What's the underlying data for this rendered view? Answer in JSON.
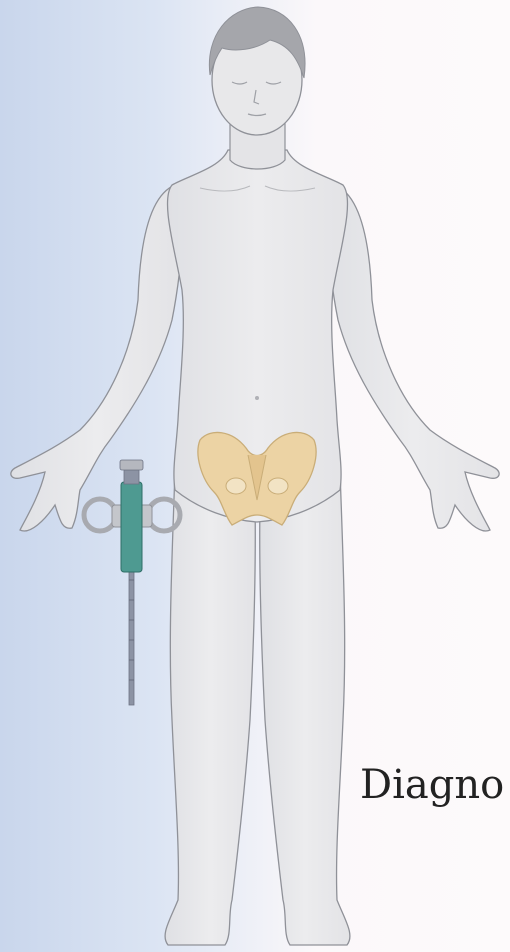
{
  "illustration": {
    "subject": "human-figure",
    "highlighted_structure": "pelvis",
    "instrument": "bone-marrow-biopsy-needle"
  },
  "caption": "Diagno",
  "colors": {
    "body_fill": "#e6e6e8",
    "body_stroke": "#8f9198",
    "hair": "#a5a6ab",
    "bone": "#ecd3a4",
    "bone_stroke": "#c9ad78",
    "needle_hub": "#4e9a91",
    "needle_shaft": "#8c93a4"
  }
}
